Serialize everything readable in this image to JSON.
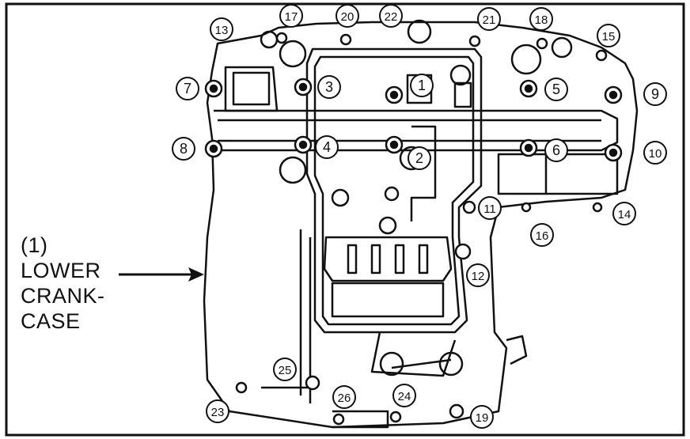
{
  "caption": {
    "ref": "(1)",
    "line1": "LOWER",
    "line2": "CRANK-",
    "line3": "CASE"
  },
  "bolts": [
    {
      "label": "1"
    },
    {
      "label": "2"
    },
    {
      "label": "3"
    },
    {
      "label": "4"
    },
    {
      "label": "5"
    },
    {
      "label": "6"
    },
    {
      "label": "7"
    },
    {
      "label": "8"
    },
    {
      "label": "9"
    },
    {
      "label": "10"
    },
    {
      "label": "11"
    },
    {
      "label": "12"
    },
    {
      "label": "13"
    },
    {
      "label": "14"
    },
    {
      "label": "15"
    },
    {
      "label": "16"
    },
    {
      "label": "17"
    },
    {
      "label": "18"
    },
    {
      "label": "19"
    },
    {
      "label": "20"
    },
    {
      "label": "21"
    },
    {
      "label": "22"
    },
    {
      "label": "23"
    },
    {
      "label": "24"
    },
    {
      "label": "25"
    },
    {
      "label": "26"
    }
  ]
}
